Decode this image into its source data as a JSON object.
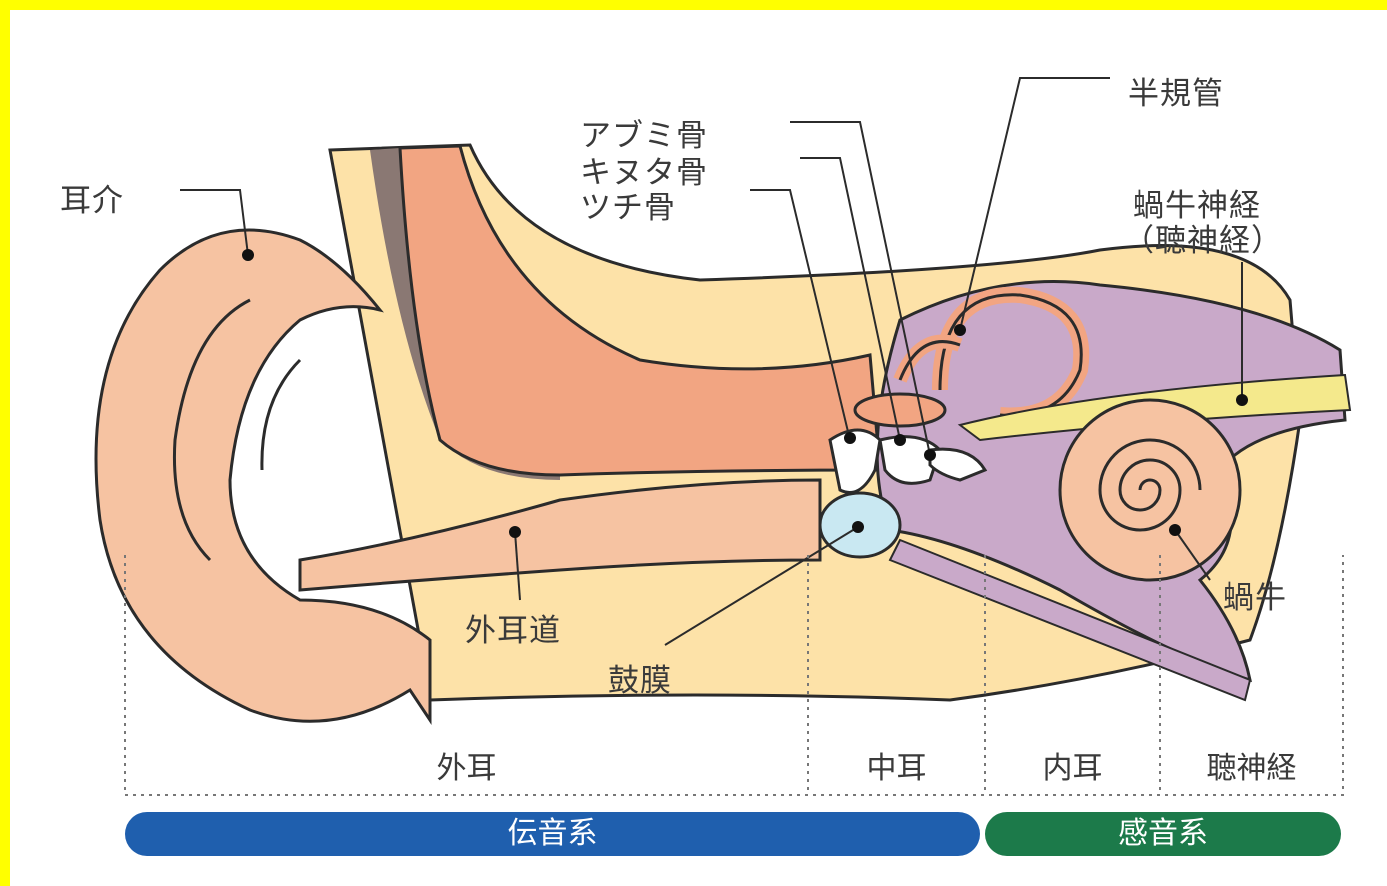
{
  "labels": {
    "pinna": "耳介",
    "stapes": "アブミ骨",
    "incus": "キヌタ骨",
    "malleus": "ツチ骨",
    "semicircular_canals": "半規管",
    "cochlear_nerve": "蝸牛神経",
    "cochlear_nerve_alt": "（聴神経）",
    "ear_canal": "外耳道",
    "eardrum": "鼓膜",
    "cochlea": "蝸牛"
  },
  "sections": {
    "outer_ear": "外耳",
    "middle_ear": "中耳",
    "inner_ear": "内耳",
    "auditory_nerve": "聴神経"
  },
  "systems": {
    "conductive": "伝音系",
    "sensorineural": "感音系"
  },
  "colors": {
    "frame": "#ffff00",
    "skin": "#f6c3a2",
    "bone": "#fde2a8",
    "canal_wall": "#f2a582",
    "inner_ear": "#c9a9c9",
    "nerve": "#f4e98c",
    "eardrum": "#c9e8f2",
    "conductive_band": "#1f5fae",
    "sensorineural_band": "#1c7a4a"
  }
}
